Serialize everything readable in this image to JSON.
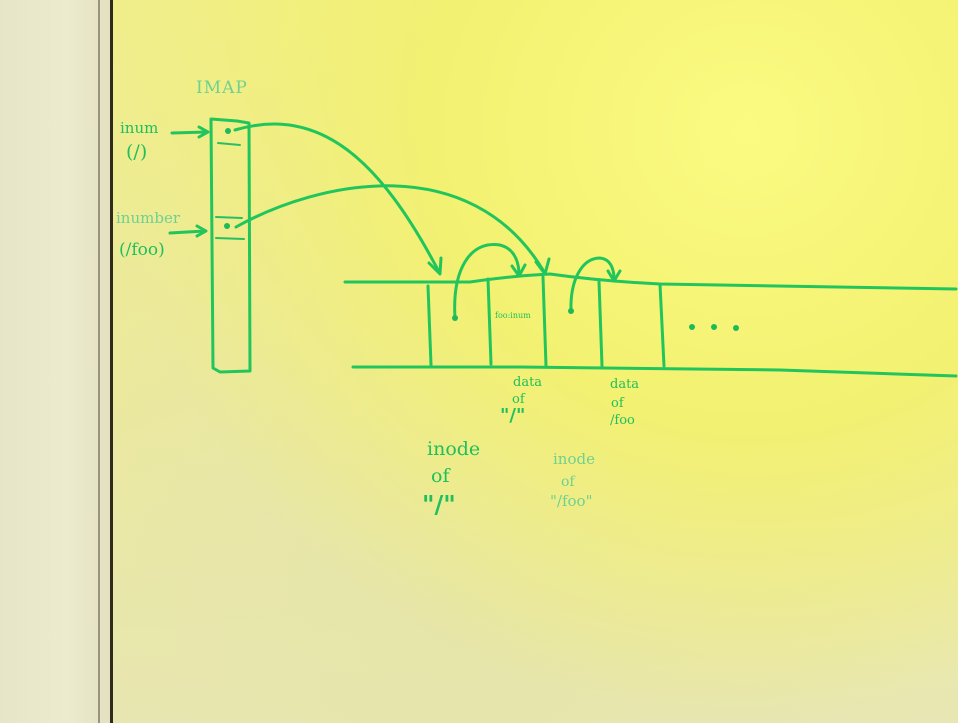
{
  "whiteboard": {
    "ink_color": "#22c55c",
    "board_color": "#f0ee8a",
    "labels": {
      "imap": "IMAP",
      "inum_root": "inum",
      "inum_root_path": "(/)",
      "inumber_foo": "inumber",
      "inumber_foo_path": "(/foo)",
      "small_block_text": "foo:inum",
      "ellipsis": "...",
      "data_of_root_1": "data",
      "data_of_root_2": "of",
      "data_of_root_3": "\"/\"",
      "data_of_foo_1": "data",
      "data_of_foo_2": "of",
      "data_of_foo_3": "/foo",
      "inode_of_root_1": "inode",
      "inode_of_root_2": "of",
      "inode_of_root_3": "\"/\"",
      "inode_of_foo_1": "inode",
      "inode_of_foo_2": "of",
      "inode_of_foo_3": "\"/foo\""
    }
  }
}
